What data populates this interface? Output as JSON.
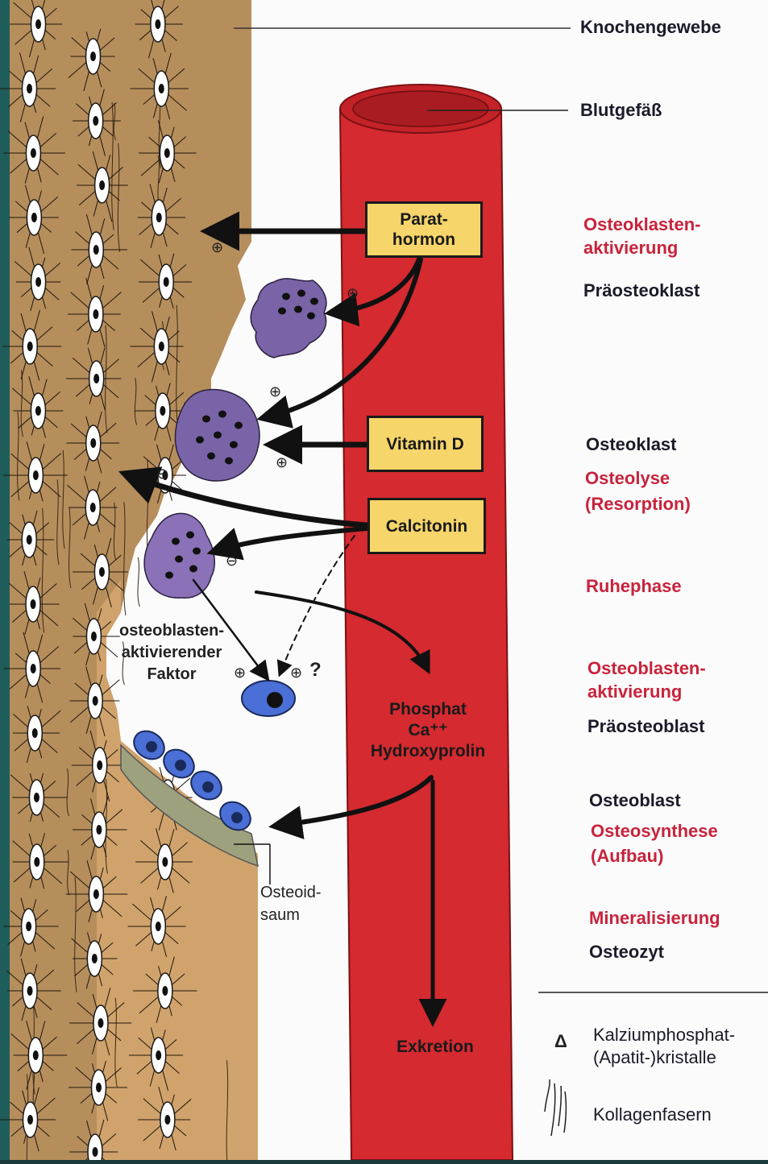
{
  "right_labels": {
    "knochengewebe": "Knochengewebe",
    "blutgefaess": "Blutgefäß",
    "osteoklasten_aktivierung": [
      "Osteoklasten-",
      "aktivierung"
    ],
    "praeosteoklast": "Präosteoklast",
    "osteoklast": "Osteoklast",
    "osteolyse": [
      "Osteolyse",
      "(Resorption)"
    ],
    "ruhephase": "Ruhephase",
    "osteoblasten_aktivierung": [
      "Osteoblasten-",
      "aktivierung"
    ],
    "praeosteoblast": "Präosteoblast",
    "osteoblast": "Osteoblast",
    "osteosynthese": [
      "Osteosynthese",
      "(Aufbau)"
    ],
    "mineralisierung": "Mineralisierung",
    "osteozyt": "Osteozyt"
  },
  "hormones": {
    "parathormon": [
      "Parat-",
      "hormon"
    ],
    "vitamin_d": "Vitamin D",
    "calcitonin": "Calcitonin"
  },
  "vessel_labels": {
    "products": [
      "Phosphat",
      "Ca⁺⁺",
      "Hydroxyprolin"
    ],
    "exkretion": "Exkretion"
  },
  "bone_labels": {
    "factor": [
      "osteoblasten-",
      "aktivierender",
      "Faktor"
    ],
    "osteoidsaum": [
      "Osteoid-",
      "saum"
    ],
    "question": "?"
  },
  "signs": {
    "plus": "⊕",
    "minus": "⊖"
  },
  "legend": {
    "crystals": [
      "Kalziumphosphat-",
      "(Apatit-)kristalle"
    ],
    "crystal_symbol": "Δ",
    "fibers": "Kollagenfasern"
  },
  "colors": {
    "bone": "#b68e5c",
    "bone_light": "#d8aa72",
    "vessel": "#d42a30",
    "hormone_box": "#f6d56a",
    "osteoclast": "#7a64a8",
    "osteoblast": "#4a6fd6",
    "osteoid": "#9ea17e",
    "accent_text": "#c8233c"
  }
}
